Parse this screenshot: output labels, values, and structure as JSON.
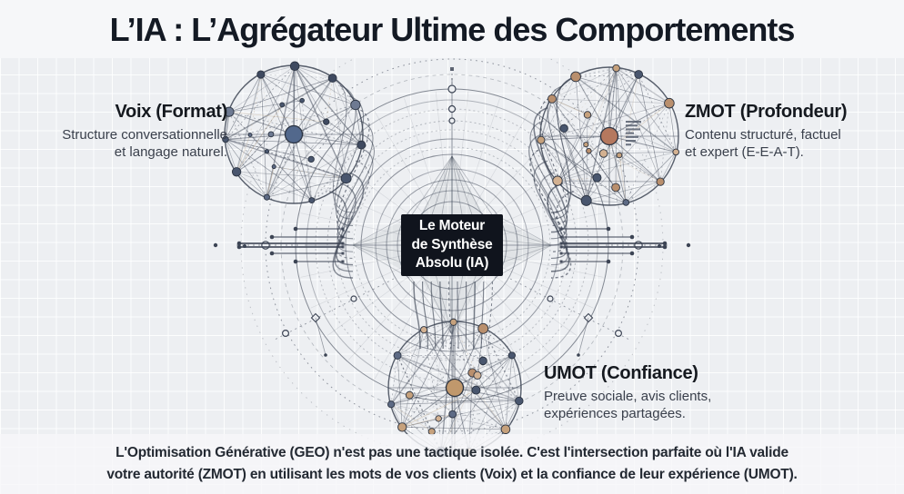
{
  "title": "L’IA : L’Agrégateur Ultime des Comportements",
  "nodes": {
    "voix": {
      "title": "Voix (Format)",
      "desc_line1": "Structure conversationnelle",
      "desc_line2": "et langage naturel."
    },
    "zmot": {
      "title": "ZMOT (Profondeur)",
      "desc_line1": "Contenu structuré, factuel",
      "desc_line2": "et expert (E-E-A-T)."
    },
    "umot": {
      "title": "UMOT (Confiance)",
      "desc_line1": "Preuve sociale, avis clients,",
      "desc_line2": "expériences partagées."
    }
  },
  "center_box": {
    "line1": "Le Moteur",
    "line2": "de Synthèse",
    "line3": "Absolu (IA)"
  },
  "footer": {
    "line1": "L'Optimisation Générative (GEO) n'est pas une tactique isolée. C'est l'intersection parfaite où l'IA valide",
    "line2": "votre autorité (ZMOT) en utilisant les mots de vos clients (Voix) et la confiance de leur expérience (UMOT)."
  },
  "colors": {
    "background": "#edeff2",
    "ink": "#3c4454",
    "title_color": "#141a24",
    "box_bg": "#10141d",
    "box_text": "#ffffff",
    "voix_center": "#52688c",
    "zmot_center": "#b5785e",
    "umot_center": "#c0986c",
    "node_slate": "#49566e",
    "node_tan": "#c6a17c"
  }
}
